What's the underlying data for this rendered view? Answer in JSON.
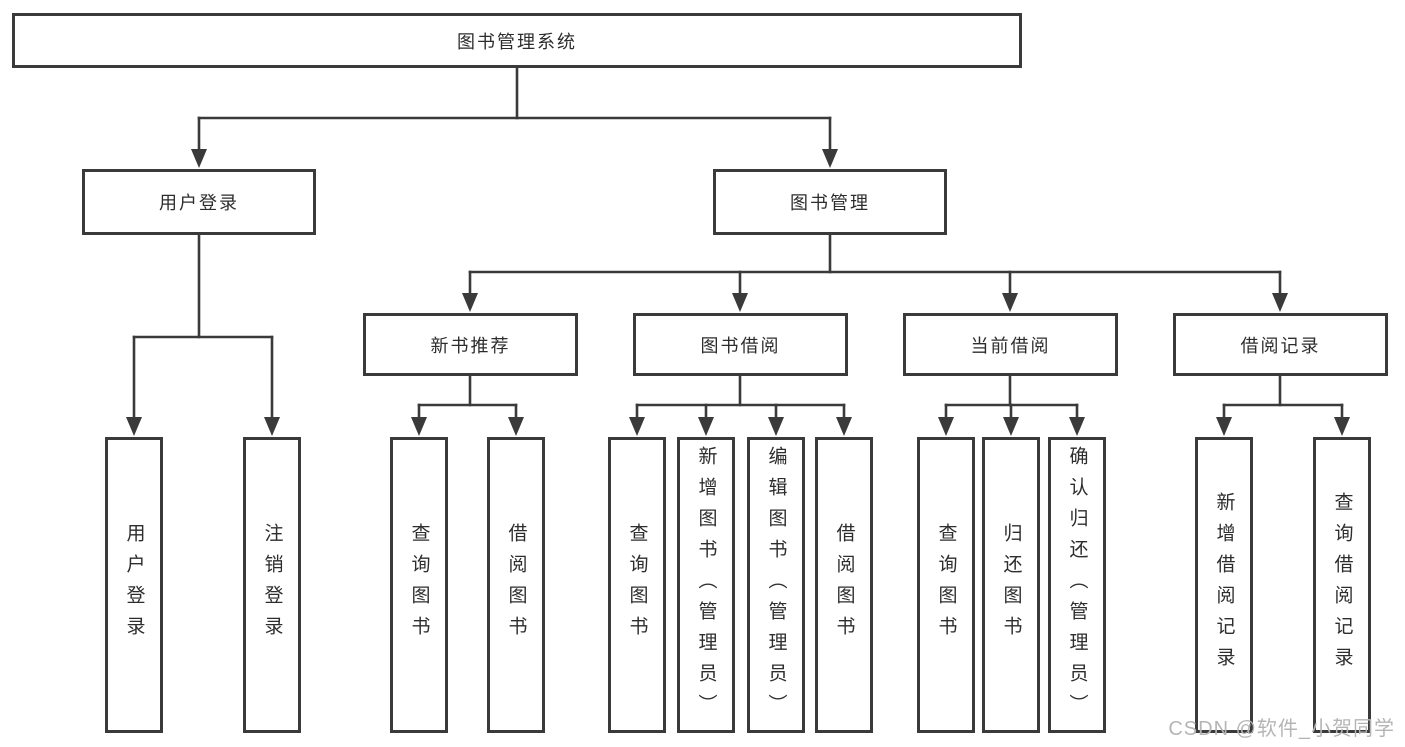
{
  "diagram": {
    "root": {
      "label": "图书管理系统"
    },
    "level2": [
      {
        "label": "用户登录"
      },
      {
        "label": "图书管理"
      }
    ],
    "level3": [
      {
        "label": "新书推荐"
      },
      {
        "label": "图书借阅"
      },
      {
        "label": "当前借阅"
      },
      {
        "label": "借阅记录"
      }
    ],
    "leaves": {
      "user": [
        "用户登录",
        "注销登录"
      ],
      "recommend": [
        "查询图书",
        "借阅图书"
      ],
      "borrow": [
        "查询图书",
        "新增图书（管理员）",
        "编辑图书（管理员）",
        "借阅图书"
      ],
      "current": [
        "查询图书",
        "归还图书",
        "确认归还（管理员）"
      ],
      "records": [
        "新增借阅记录",
        "查询借阅记录"
      ]
    }
  },
  "watermark": "CSDN @软件_小贺同学",
  "colors": {
    "line": "#3a3a3a",
    "text": "#2d2d2d",
    "box_background": "#ffffff",
    "watermark": "#b5b5b5"
  }
}
